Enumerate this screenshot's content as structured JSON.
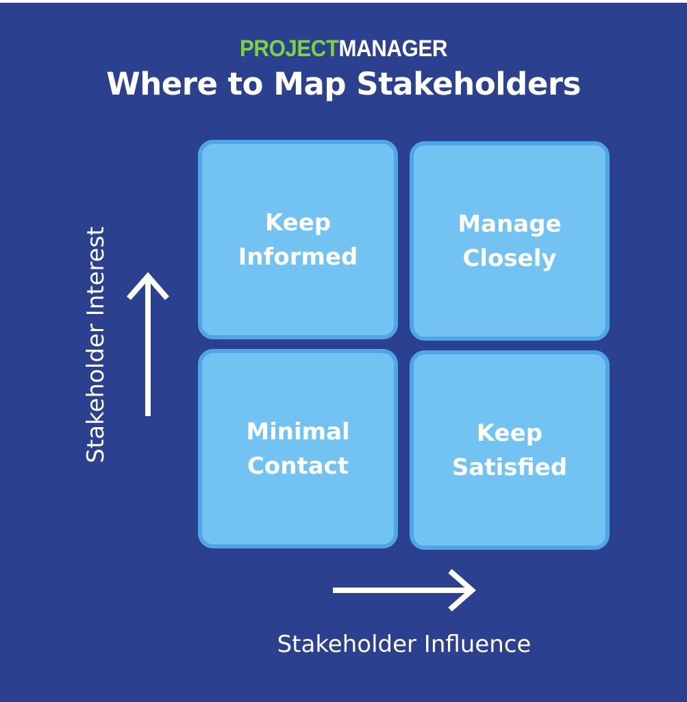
{
  "brand": {
    "part1": "PROJECT",
    "part2": "MANAGER"
  },
  "title": "Where to Map Stakeholders",
  "quadrants": [
    {
      "line1": "Keep",
      "line2": "Informed"
    },
    {
      "line1": "Manage",
      "line2": "Closely"
    },
    {
      "line1": "Minimal",
      "line2": "Contact"
    },
    {
      "line1": "Keep",
      "line2": "Satisfied"
    }
  ],
  "axes": {
    "y_label": "Stakeholder Interest",
    "x_label": "Stakeholder Influence"
  },
  "colors": {
    "background": "#2b4190",
    "box_fill": "#72c3f2",
    "box_border": "#4fa6e6",
    "brand_green": "#7ed23f"
  }
}
